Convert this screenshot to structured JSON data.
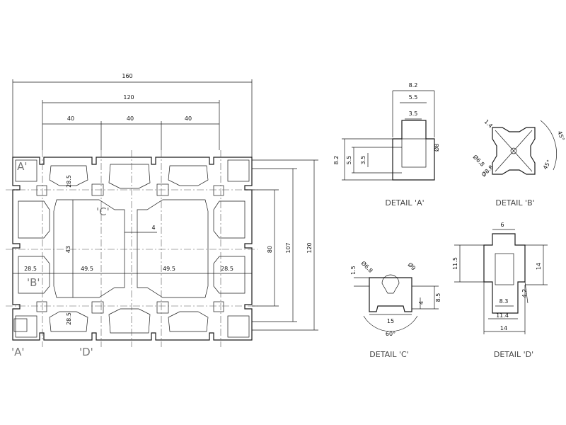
{
  "drawing": {
    "dims_main": {
      "w160": "160",
      "w120": "120",
      "w40a": "40",
      "w40b": "40",
      "w40c": "40",
      "h120": "120",
      "h107": "107",
      "h80": "80",
      "h43": "43",
      "w4": "4",
      "d28_5_a": "28.5",
      "d28_5_b": "28.5",
      "d28_5_c": "28.5",
      "d28_5_d": "28.5",
      "d49_5_a": "49.5",
      "d49_5_b": "49.5"
    },
    "section_tags": {
      "a": "'A'",
      "b": "'B'",
      "c": "'C'",
      "d": "'D'"
    },
    "detail_a": {
      "title": "DETAIL 'A'",
      "w8_2": "8.2",
      "w5_5": "5.5",
      "w3_5": "3.5",
      "h8_2": "8.2",
      "h5_5": "5.5",
      "h3_5": "3.5",
      "r8": "Ø8"
    },
    "detail_b": {
      "title": "DETAIL 'B'",
      "d1_4": "1.4",
      "d45a": "45°",
      "d45b": "45°",
      "d6_8": "Ø6.8",
      "d8_8": "Ø8.8"
    },
    "detail_c": {
      "title": "DETAIL 'C'",
      "d1_5": "1.5",
      "d8_5": "8.5",
      "d4": "4",
      "d15": "15",
      "d60": "60°",
      "r6_8": "Ø6.8",
      "r9": "Ø9"
    },
    "detail_d": {
      "title": "DETAIL 'D'",
      "d6": "6",
      "d11_5": "11.5",
      "d14v": "14",
      "d4_2": "4.2",
      "d8_3": "8.3",
      "d11_4": "11.4",
      "d14h": "14"
    }
  }
}
